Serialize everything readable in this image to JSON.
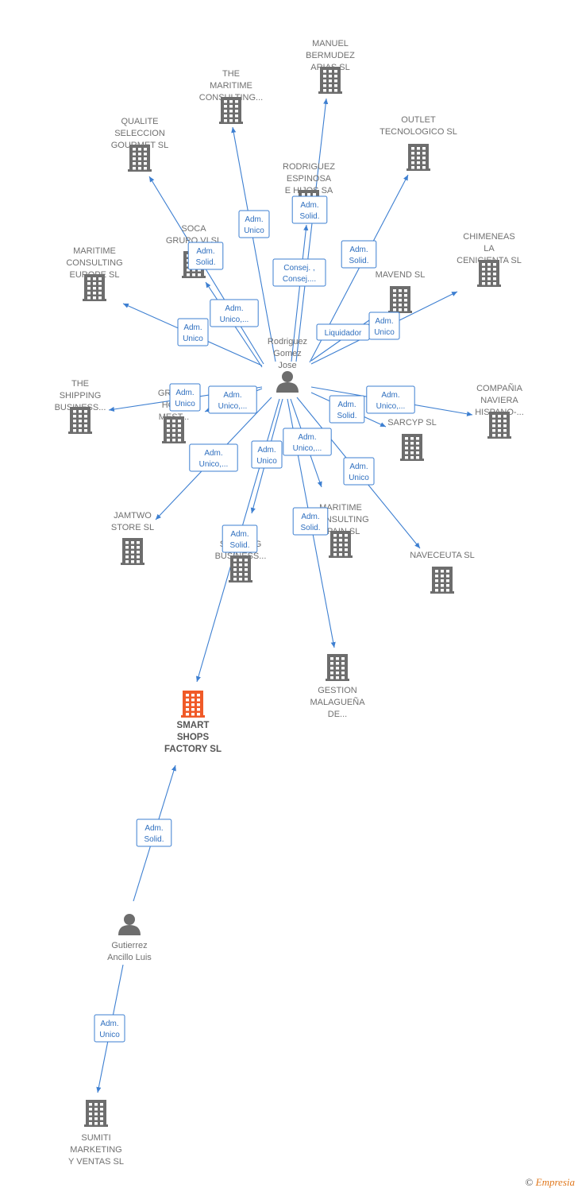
{
  "nodes": [
    {
      "id": "rgj",
      "kind": "person",
      "label": [
        "Rodriguez",
        "Gomez",
        "Jose"
      ]
    },
    {
      "id": "gal",
      "kind": "person",
      "label": [
        "Gutierrez",
        "Ancillo Luis"
      ]
    },
    {
      "id": "ssf",
      "kind": "company",
      "main": true,
      "label": [
        "SMART",
        "SHOPS",
        "FACTORY  SL"
      ]
    },
    {
      "id": "mba",
      "kind": "company",
      "label": [
        "MANUEL",
        "BERMUDEZ",
        "ARIAS SL"
      ]
    },
    {
      "id": "tmc",
      "kind": "company",
      "label": [
        "THE",
        "MARITIME",
        "CONSULTING..."
      ]
    },
    {
      "id": "qsg",
      "kind": "company",
      "label": [
        "QUALITE",
        "SELECCION",
        "GOURMET  SL"
      ]
    },
    {
      "id": "otl",
      "kind": "company",
      "label": [
        "OUTLET",
        "TECNOLOGICO SL"
      ]
    },
    {
      "id": "reh",
      "kind": "company",
      "label": [
        "RODRIGUEZ",
        "ESPINOSA",
        "E HIJOS SA"
      ]
    },
    {
      "id": "chm",
      "kind": "company",
      "label": [
        "CHIMENEAS",
        "LA",
        "CENICIENTA SL"
      ]
    },
    {
      "id": "soc",
      "kind": "company",
      "label": [
        "SOCA",
        "GRUPO VI  SL"
      ]
    },
    {
      "id": "mce",
      "kind": "company",
      "label": [
        "MARITIME",
        "CONSULTING",
        "EUROPE  SL"
      ]
    },
    {
      "id": "mav",
      "kind": "company",
      "label": [
        "MAVEND SL"
      ]
    },
    {
      "id": "tsb",
      "kind": "company",
      "label": [
        "THE",
        "SHIPPING",
        "BUSINESS..."
      ]
    },
    {
      "id": "gho",
      "kind": "company",
      "label": [
        "GRUPO",
        "HOST",
        "MEST..."
      ]
    },
    {
      "id": "cnh",
      "kind": "company",
      "label": [
        "COMPAÑIA",
        "NAVIERA",
        "HISPANO-..."
      ]
    },
    {
      "id": "sar",
      "kind": "company",
      "label": [
        "SARCYP  SL"
      ]
    },
    {
      "id": "jam",
      "kind": "company",
      "label": [
        "JAMTWO",
        "STORE  SL"
      ]
    },
    {
      "id": "tsb2",
      "kind": "company",
      "label": [
        "THE",
        "SHIPPING",
        "BUSINESS..."
      ]
    },
    {
      "id": "mcs",
      "kind": "company",
      "label": [
        "MARITIME",
        "CONSULTING",
        "SPAIN  SL"
      ]
    },
    {
      "id": "nav",
      "kind": "company",
      "label": [
        "NAVECEUTA SL"
      ]
    },
    {
      "id": "gmd",
      "kind": "company",
      "label": [
        "GESTION",
        "MALAGUEÑA",
        "DE..."
      ]
    },
    {
      "id": "smv",
      "kind": "company",
      "label": [
        "SUMITI",
        "MARKETING",
        "Y VENTAS  SL"
      ]
    }
  ],
  "edges": [
    {
      "from": "rgj",
      "to": "mba",
      "label": [
        "Adm.",
        "Solid."
      ]
    },
    {
      "from": "rgj",
      "to": "tmc",
      "label": [
        "Adm.",
        "Unico"
      ]
    },
    {
      "from": "rgj",
      "to": "qsg",
      "label": [
        "Adm.",
        "Unico,..."
      ]
    },
    {
      "from": "rgj",
      "to": "otl",
      "label": [
        "Adm.",
        "Solid."
      ]
    },
    {
      "from": "rgj",
      "to": "reh",
      "label": [
        "Consej. ,",
        "Consej...."
      ]
    },
    {
      "from": "rgj",
      "to": "chm",
      "label": [
        "Adm.",
        "Unico"
      ]
    },
    {
      "from": "rgj",
      "to": "soc",
      "label": [
        "Adm.",
        "Solid."
      ]
    },
    {
      "from": "rgj",
      "to": "mce",
      "label": [
        "Adm.",
        "Unico"
      ]
    },
    {
      "from": "rgj",
      "to": "mav",
      "label": [
        "Liquidador"
      ]
    },
    {
      "from": "rgj",
      "to": "tsb",
      "label": [
        "Adm.",
        "Unico"
      ]
    },
    {
      "from": "rgj",
      "to": "gho",
      "label": [
        "Adm.",
        "Unico,..."
      ]
    },
    {
      "from": "rgj",
      "to": "cnh",
      "label": [
        "Adm.",
        "Unico,..."
      ]
    },
    {
      "from": "rgj",
      "to": "sar",
      "label": [
        "Adm.",
        "Solid."
      ]
    },
    {
      "from": "rgj",
      "to": "jam",
      "label": [
        "Adm.",
        "Unico,..."
      ]
    },
    {
      "from": "rgj",
      "to": "tsb2",
      "label": [
        "Adm.",
        "Unico"
      ]
    },
    {
      "from": "rgj",
      "to": "mcs",
      "label": [
        "Adm.",
        "Unico,..."
      ]
    },
    {
      "from": "rgj",
      "to": "nav",
      "label": [
        "Adm.",
        "Unico"
      ]
    },
    {
      "from": "rgj",
      "to": "gmd",
      "label": [
        "Adm.",
        "Solid."
      ]
    },
    {
      "from": "rgj",
      "to": "ssf",
      "label": [
        "Adm.",
        "Solid."
      ]
    },
    {
      "from": "gal",
      "to": "ssf",
      "label": [
        "Adm.",
        "Solid."
      ]
    },
    {
      "from": "gal",
      "to": "smv",
      "label": [
        "Adm.",
        "Unico"
      ]
    }
  ],
  "colors": {
    "edge": "#3d7fd1",
    "company": "#6d6d6d",
    "main_company": "#f05a28",
    "person": "#6d6d6d"
  },
  "footer": {
    "copyright": "©",
    "brand": "Empresia"
  }
}
